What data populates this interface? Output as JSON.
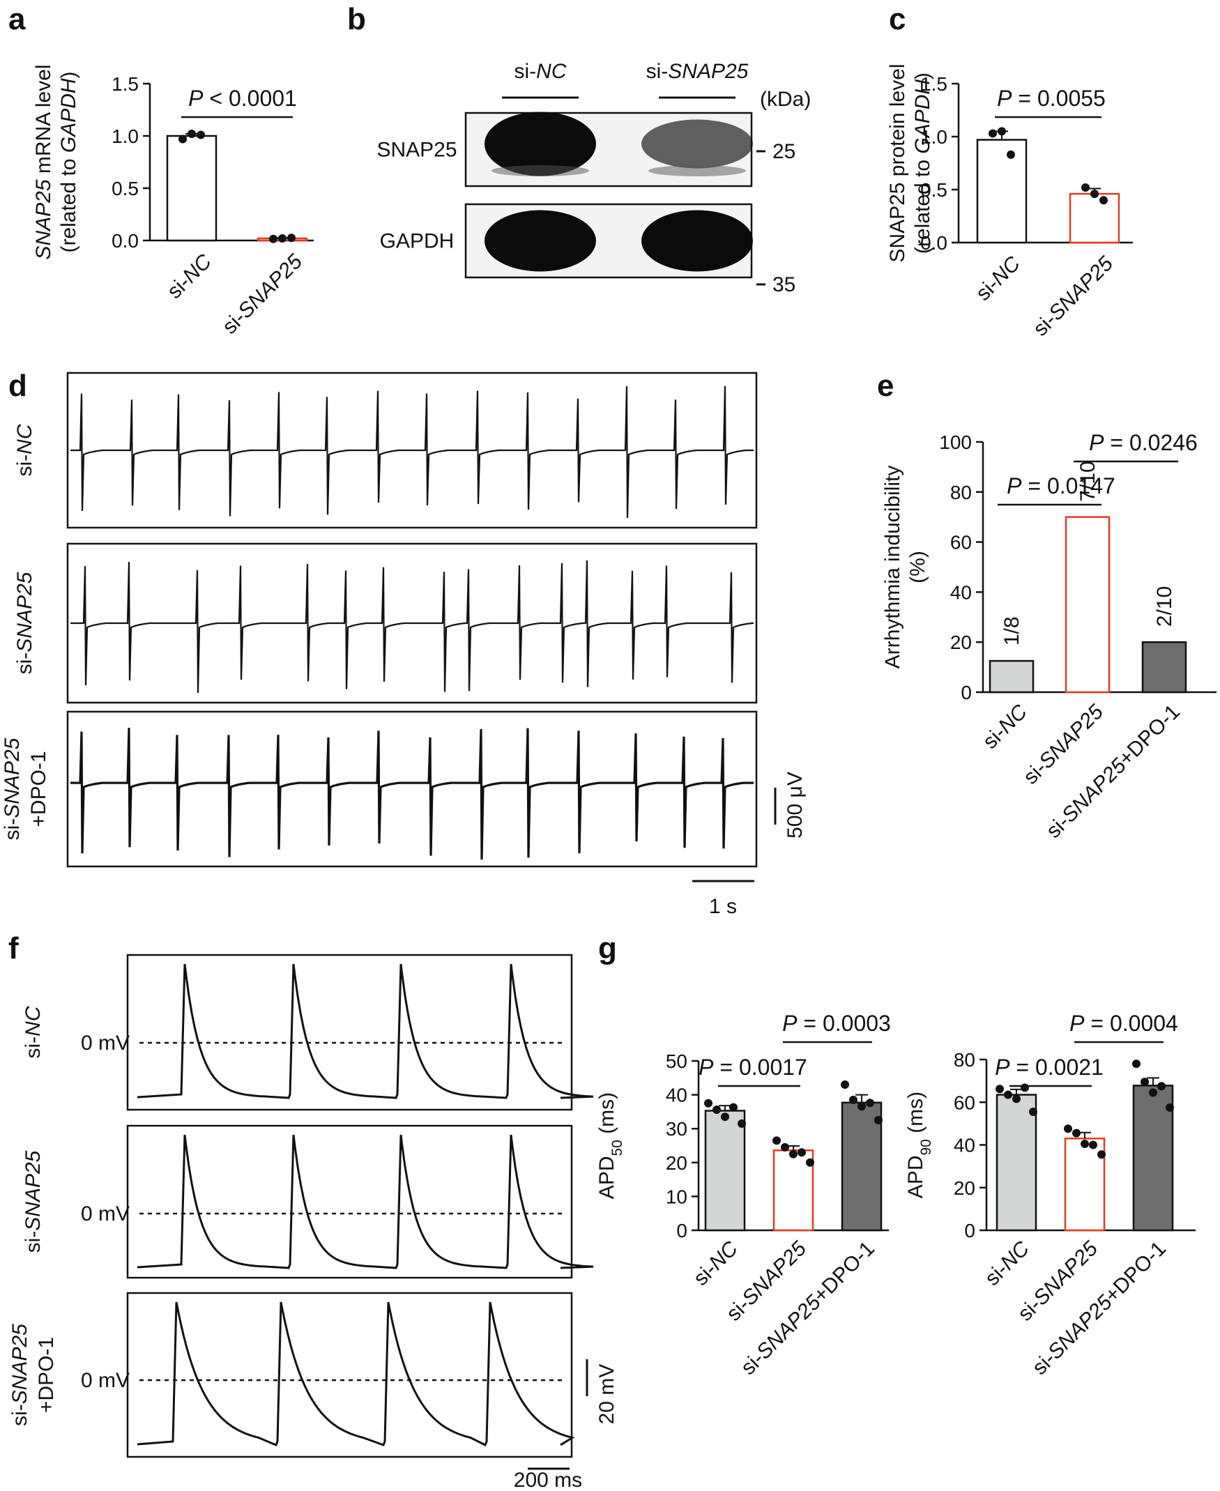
{
  "panel_letters": [
    "a",
    "b",
    "c",
    "d",
    "e",
    "f",
    "g"
  ],
  "colors": {
    "control_fill": "#d4d6d5",
    "knockdown_edge": "#e03c22",
    "rescue_fill": "#6e6e6e",
    "ink": "#111111"
  },
  "chart_data": [
    {
      "panel": "a",
      "type": "bar",
      "ylabel": "SNAP25 mRNA level (related to GAPDH)",
      "ylabel_lines": [
        "SNAP25 mRNA level",
        "(related to GAPDH)"
      ],
      "ylim": [
        0,
        1.5
      ],
      "yticks": [
        "0.0",
        "0.5",
        "1.0",
        "1.5"
      ],
      "categories": [
        "si-NC",
        "si-SNAP25"
      ],
      "values": [
        1.0,
        0.02
      ],
      "errors": [
        0.02,
        0.005
      ],
      "points": [
        [
          0.97,
          1.02,
          1.01
        ],
        [
          0.015,
          0.02,
          0.025
        ]
      ],
      "comparisons": [
        {
          "from": 0,
          "to": 1,
          "text": "P < 0.0001"
        }
      ]
    },
    {
      "panel": "b",
      "type": "table",
      "lanes": [
        "si-NC",
        "si-SNAP25"
      ],
      "unit": "(kDa)",
      "rows": [
        {
          "protein": "SNAP25",
          "marker": "25",
          "band_intensity": [
            1.0,
            0.45
          ]
        },
        {
          "protein": "GAPDH",
          "marker": "35",
          "band_intensity": [
            1.0,
            1.0
          ]
        }
      ]
    },
    {
      "panel": "c",
      "type": "bar",
      "ylabel": "SNAP25 protein level (related to GAPDH)",
      "ylabel_lines": [
        "SNAP25 protein level",
        "(related to GAPDH)"
      ],
      "ylim": [
        0,
        1.5
      ],
      "yticks": [
        "0.0",
        "0.5",
        "1.0",
        "1.5"
      ],
      "categories": [
        "si-NC",
        "si-SNAP25"
      ],
      "values": [
        0.97,
        0.46
      ],
      "errors": [
        0.08,
        0.05
      ],
      "points": [
        [
          1.03,
          1.05,
          0.83
        ],
        [
          0.52,
          0.46,
          0.4
        ]
      ],
      "comparisons": [
        {
          "from": 0,
          "to": 1,
          "text": "P = 0.0055"
        }
      ]
    },
    {
      "panel": "d",
      "type": "line",
      "traces": [
        {
          "label": "si-NC",
          "label_lines": [
            "si-NC"
          ]
        },
        {
          "label": "si-SNAP25",
          "label_lines": [
            "si-SNAP25"
          ]
        },
        {
          "label": "si-SNAP25+DPO-1",
          "label_lines": [
            "si-SNAP25",
            "+DPO-1"
          ]
        }
      ],
      "scale_bars": {
        "y": "500 μV",
        "x": "1 s"
      }
    },
    {
      "panel": "e",
      "type": "bar",
      "ylabel": "Arrhythmia inducibility (%)",
      "ylabel_lines": [
        "Arrhythmia inducibility",
        "(%)"
      ],
      "ylim": [
        0,
        100
      ],
      "yticks": [
        "0",
        "20",
        "40",
        "60",
        "80",
        "100"
      ],
      "categories": [
        "si-NC",
        "si-SNAP25",
        "si-SNAP25+DPO-1"
      ],
      "values": [
        12.5,
        70,
        20
      ],
      "bar_labels": [
        "1/8",
        "7/10",
        "2/10"
      ],
      "comparisons": [
        {
          "from": 0,
          "to": 1,
          "text": "P = 0.0147"
        },
        {
          "from": 1,
          "to": 2,
          "text": "P = 0.0246"
        }
      ]
    },
    {
      "panel": "f",
      "type": "line",
      "traces": [
        {
          "label": "si-NC",
          "label_lines": [
            "si-NC"
          ]
        },
        {
          "label": "si-SNAP25",
          "label_lines": [
            "si-SNAP25"
          ]
        },
        {
          "label": "si-SNAP25+DPO-1",
          "label_lines": [
            "si-SNAP25",
            "+DPO-1"
          ]
        }
      ],
      "zero_label": "0 mV",
      "scale_bars": {
        "y": "20 mV",
        "x": "200 ms"
      }
    },
    {
      "panel": "g",
      "type": "bar",
      "ylabel": "APD50 (ms)",
      "ylabel_parts": {
        "base": "APD",
        "sub": "50",
        "rest": " (ms)"
      },
      "ylim": [
        0,
        50
      ],
      "yticks": [
        "0",
        "10",
        "20",
        "30",
        "40",
        "50"
      ],
      "categories": [
        "si-NC",
        "si-SNAP25",
        "si-SNAP25+DPO-1"
      ],
      "values": [
        35.3,
        23.6,
        37.7
      ],
      "errors": [
        1.5,
        1.3,
        2.3
      ],
      "points": [
        [
          37.5,
          35.6,
          33.5,
          36.3,
          31.5
        ],
        [
          26.5,
          24.5,
          22.5,
          23.0,
          20.0
        ],
        [
          43.0,
          38.5,
          36.6,
          37.6,
          32.5
        ]
      ],
      "comparisons": [
        {
          "from": 0,
          "to": 1,
          "text": "P = 0.0017"
        },
        {
          "from": 1,
          "to": 2,
          "text": "P = 0.0003"
        }
      ]
    },
    {
      "panel": "g",
      "type": "bar",
      "ylabel": "APD90 (ms)",
      "ylabel_parts": {
        "base": "APD",
        "sub": "90",
        "rest": " (ms)"
      },
      "ylim": [
        0,
        80
      ],
      "yticks": [
        "0",
        "20",
        "40",
        "60",
        "80"
      ],
      "categories": [
        "si-NC",
        "si-SNAP25",
        "si-SNAP25+DPO-1"
      ],
      "values": [
        63.5,
        43.0,
        67.8
      ],
      "errors": [
        2.5,
        2.8,
        3.6
      ],
      "points": [
        [
          66.2,
          63.5,
          61.6,
          66.8,
          55.5
        ],
        [
          47.6,
          45.5,
          40.5,
          40.0,
          35.5
        ],
        [
          78.0,
          69.5,
          64.5,
          67.5,
          57.5
        ]
      ],
      "comparisons": [
        {
          "from": 0,
          "to": 1,
          "text": "P = 0.0021"
        },
        {
          "from": 1,
          "to": 2,
          "text": "P = 0.0004"
        }
      ]
    }
  ]
}
